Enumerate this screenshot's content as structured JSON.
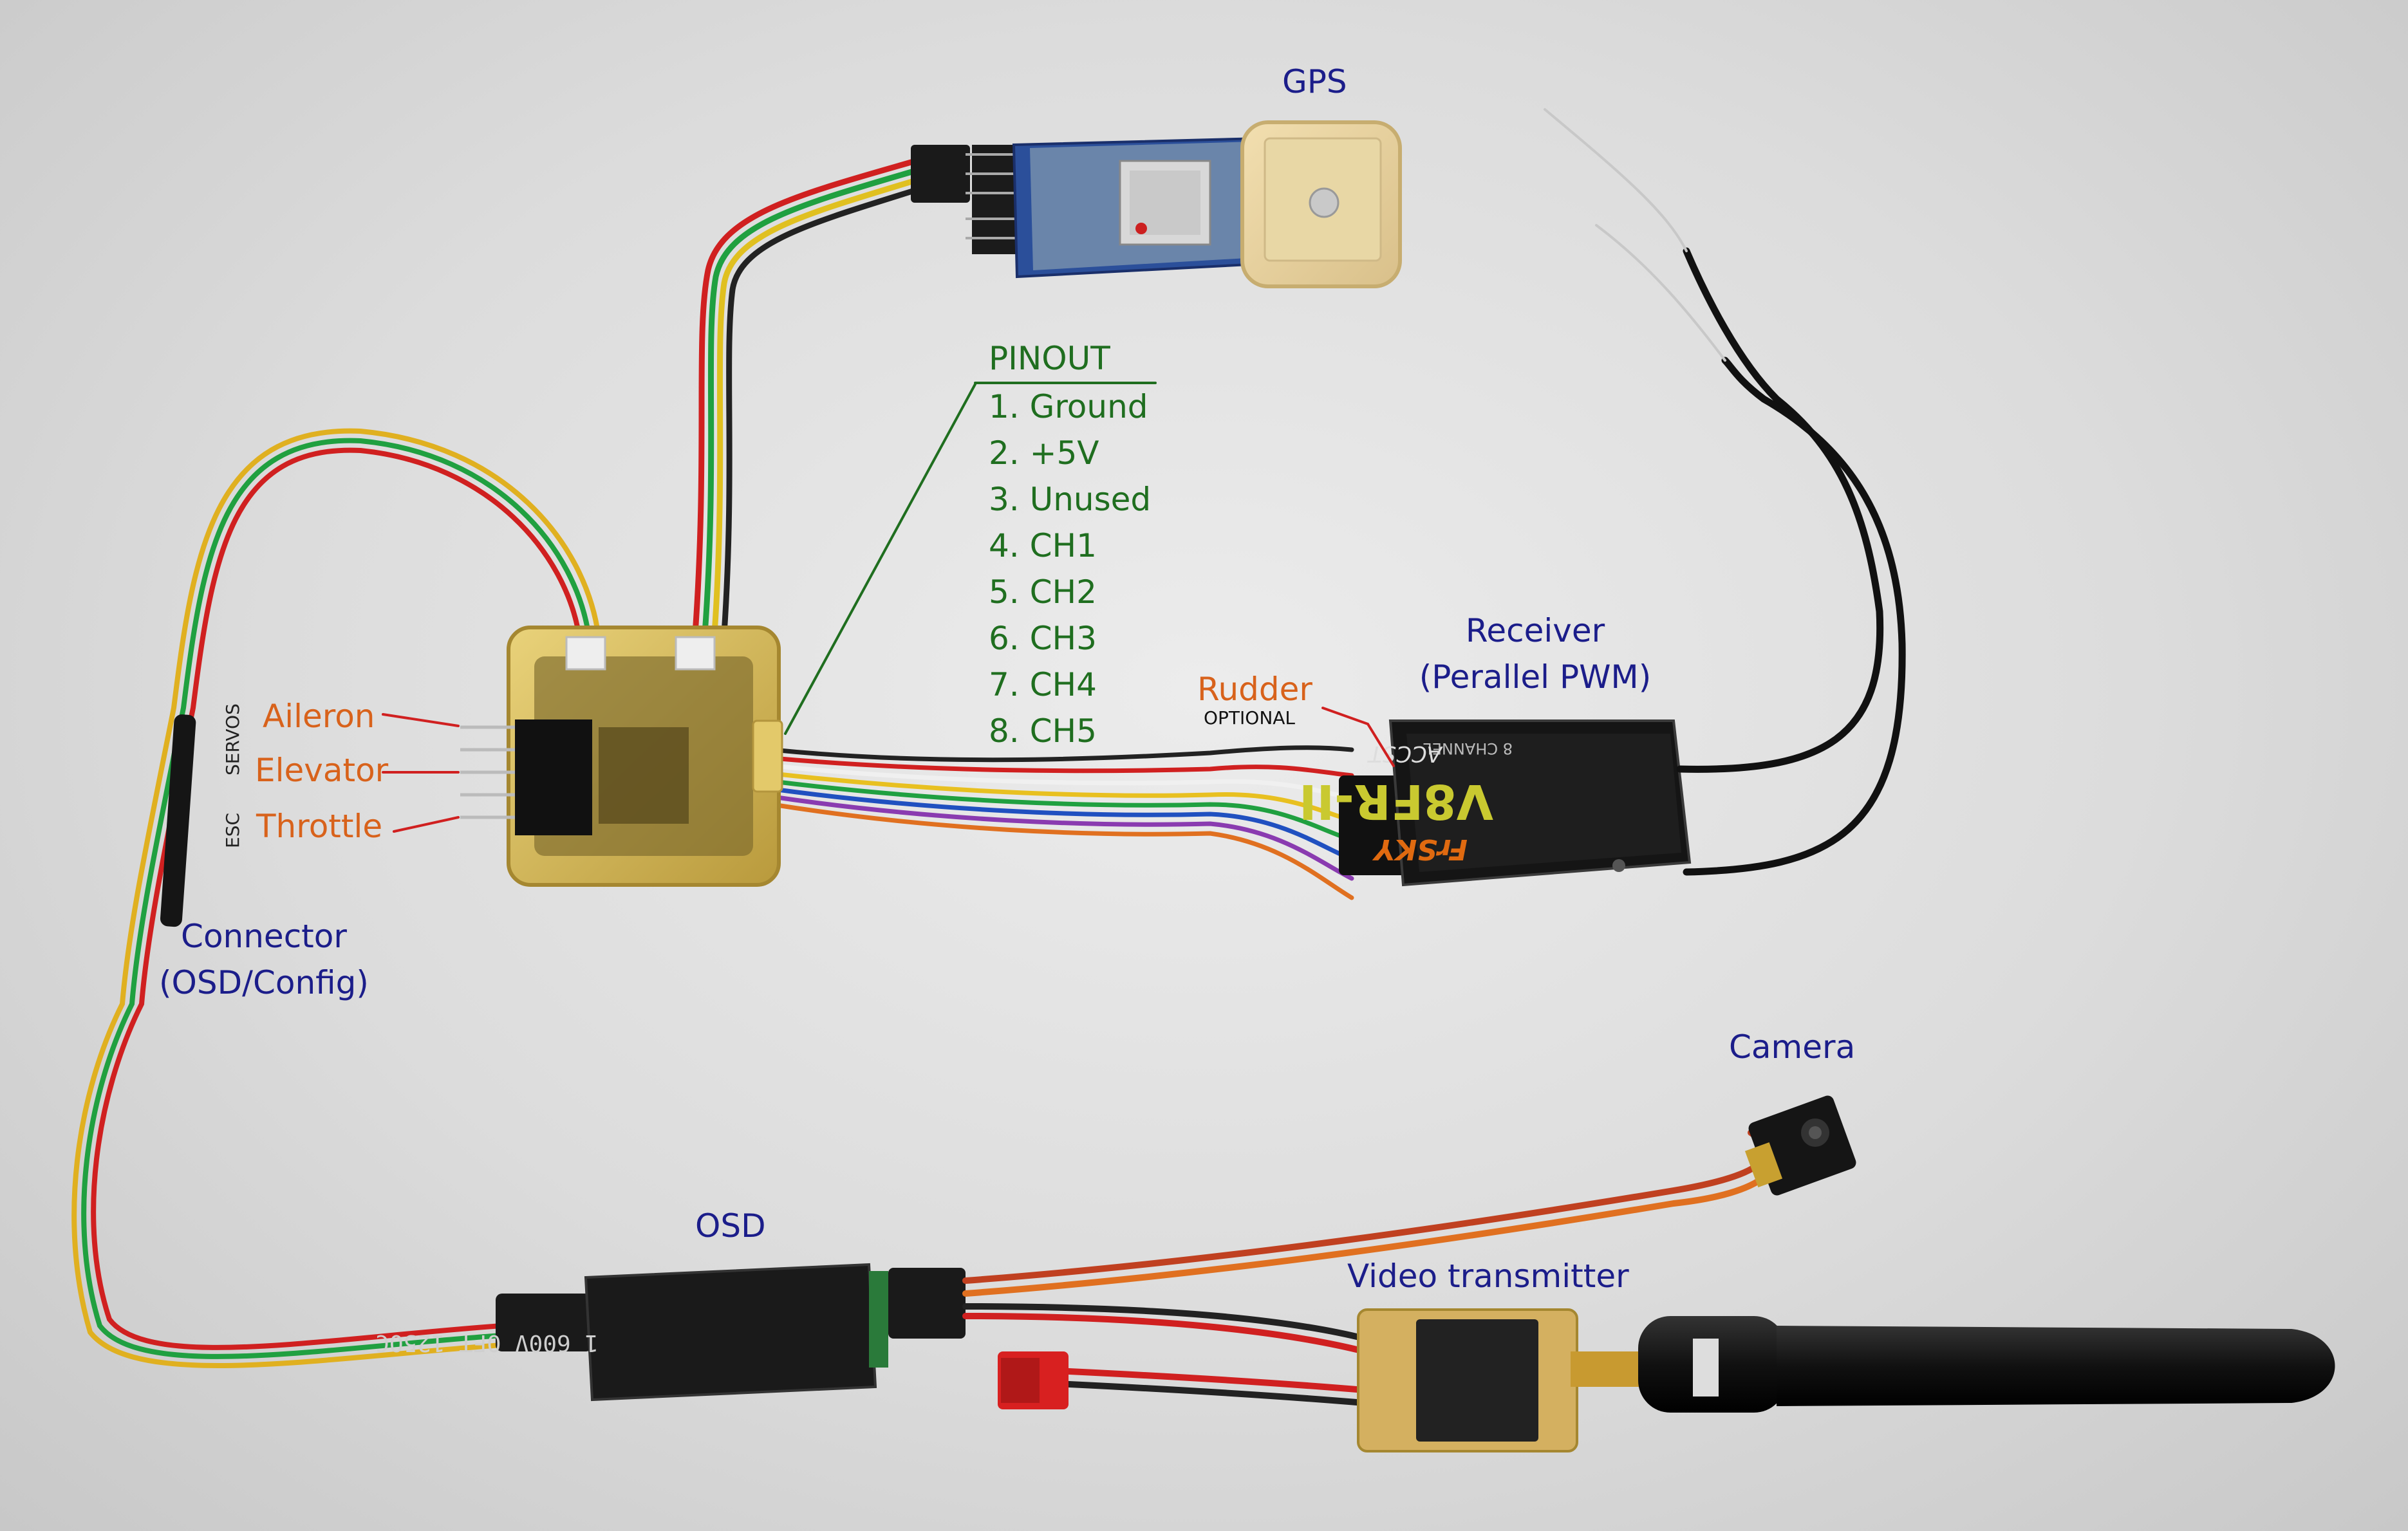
{
  "labels": {
    "gps": "GPS",
    "pinout_title": "PINOUT",
    "pinout_items": [
      "1. Ground",
      "2. +5V",
      "3. Unused",
      "4. CH1",
      "5. CH2",
      "6. CH3",
      "7. CH4",
      "8. CH5"
    ],
    "receiver_line1": "Receiver",
    "receiver_line2": "(Perallel PWM)",
    "rudder": "Rudder",
    "optional": "OPTIONAL",
    "aileron": "Aileron",
    "elevator": "Elevator",
    "throttle": "Throttle",
    "servos": "SERVOS",
    "esc": "ESC",
    "connector_line1": "Connector",
    "connector_line2": "(OSD/Config)",
    "camera": "Camera",
    "osd": "OSD",
    "video_transmitter": "Video transmitter"
  },
  "device_markings": {
    "receiver_model": "V8FR-II",
    "receiver_brand": "FrSKY",
    "receiver_channels": "8 CHANNEL",
    "receiver_accst": "ACCST",
    "osd_sleeve": "1 600V OFT 125OC"
  },
  "colors": {
    "label_blue": "#1b1d8a",
    "label_orange": "#d8621b",
    "label_green": "#1f6e1f",
    "background": "#dedede"
  }
}
